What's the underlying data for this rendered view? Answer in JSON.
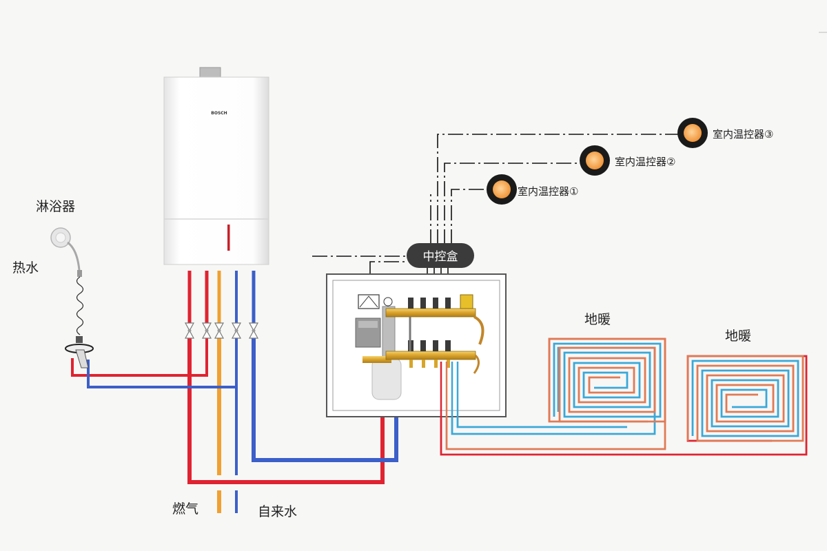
{
  "labels": {
    "shower": "淋浴器",
    "hot_water": "热水",
    "gas": "燃气",
    "tap_water": "自来水",
    "central_box": "中控盒",
    "floor_heat_1": "地暖",
    "floor_heat_2": "地暖",
    "thermostat_1": "室内温控器①",
    "thermostat_2": "室内温控器②",
    "thermostat_3": "室内温控器③"
  },
  "boiler": {
    "brand": "BOSCH"
  },
  "colors": {
    "hot_pipe": "#e02330",
    "cold_pipe": "#3c5fc8",
    "gas_pipe": "#f0a030",
    "loop_outer": "#e07a55",
    "loop_inner": "#3aa8d8",
    "hub_fill": "#3b3b3b",
    "thermostat_ring": "#1a1a1a",
    "thermostat_face": "#f4a040",
    "control_wire": "#111111"
  }
}
